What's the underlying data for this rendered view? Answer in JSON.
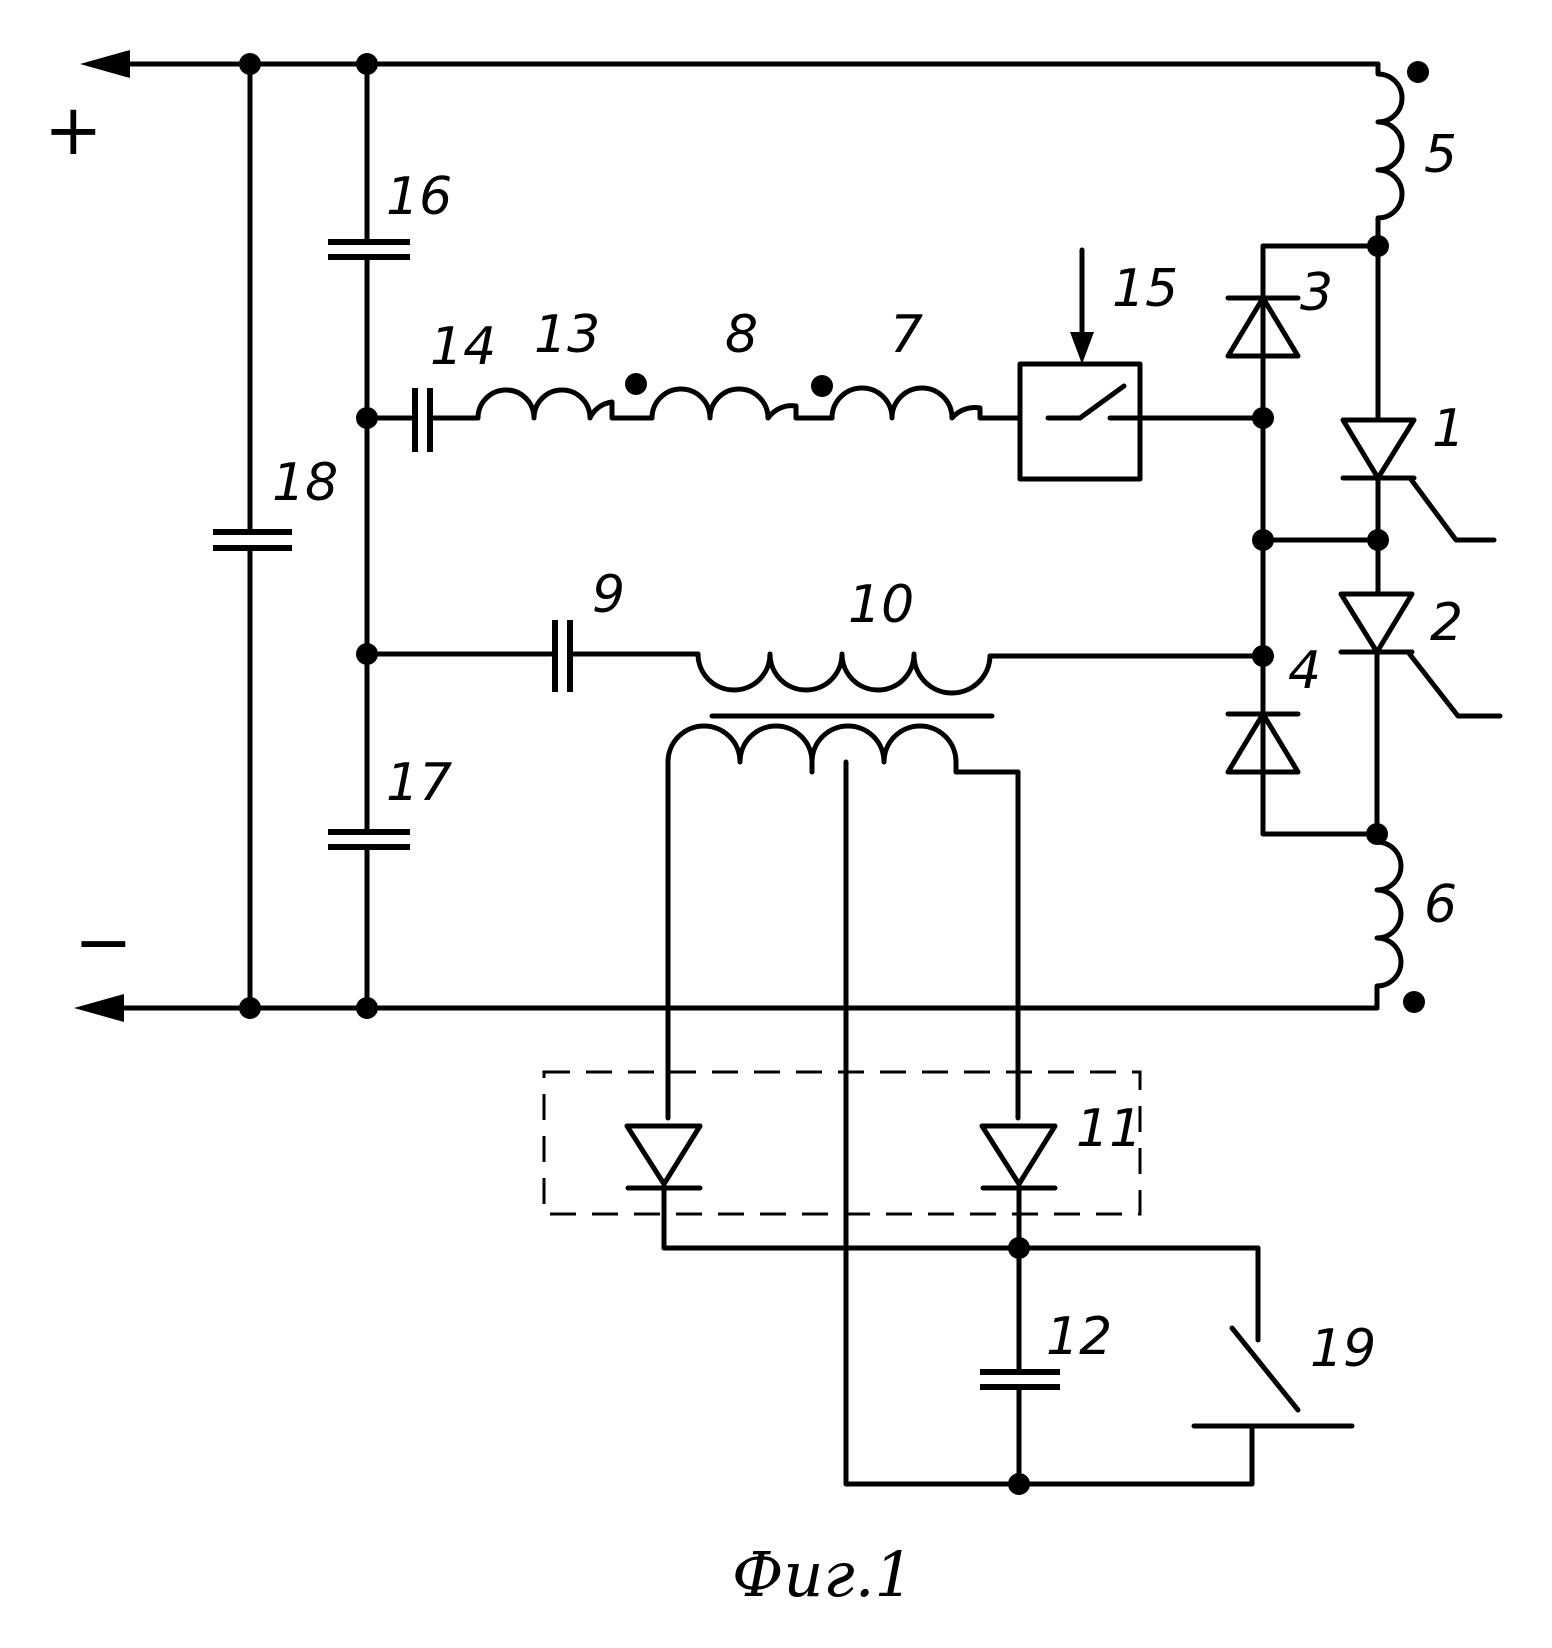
{
  "terminals": {
    "positive": "+",
    "negative": "−"
  },
  "labels": {
    "l1": "1",
    "l2": "2",
    "l3": "3",
    "l4": "4",
    "l5": "5",
    "l6": "6",
    "l7": "7",
    "l8": "8",
    "l9": "9",
    "l10": "10",
    "l11": "11",
    "l12": "12",
    "l13": "13",
    "l14": "14",
    "l15": "15",
    "l16": "16",
    "l17": "17",
    "l18": "18",
    "l19": "19"
  },
  "caption": "Фиг.1"
}
